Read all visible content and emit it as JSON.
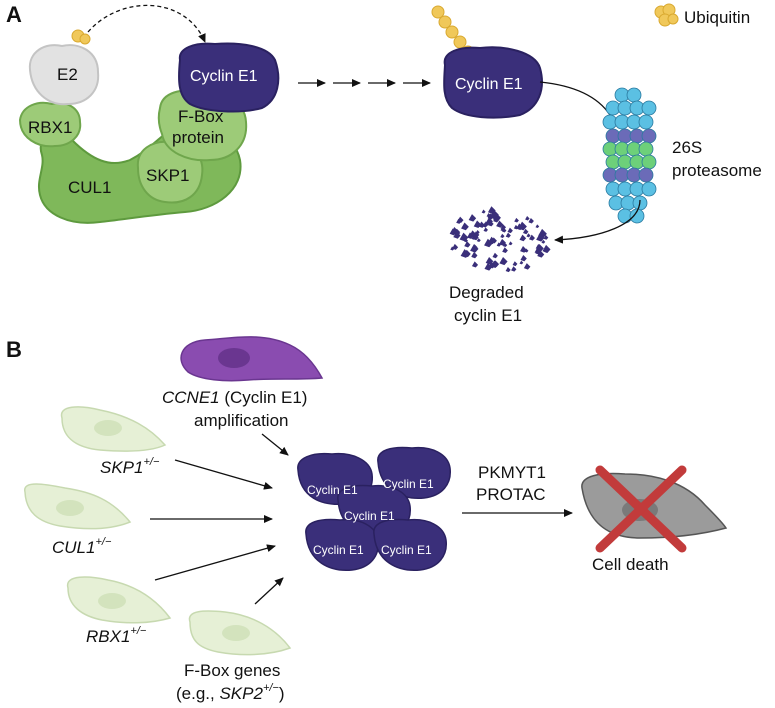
{
  "panel_a": {
    "letter": "A",
    "legend_ubiquitin": "Ubiquitin",
    "e2": "E2",
    "rbx1": "RBX1",
    "cul1": "CUL1",
    "skp1": "SKP1",
    "fbox_line1": "F-Box",
    "fbox_line2": "protein",
    "cyclin_e1_complex": "Cyclin E1",
    "cyclin_e1_ubiquitinated": "Cyclin E1",
    "proteasome_line1": "26S",
    "proteasome_line2": "proteasome",
    "degraded_line1": "Degraded",
    "degraded_line2": "cyclin E1"
  },
  "panel_b": {
    "letter": "B",
    "ccne1_gene": "CCNE1",
    "ccne1_rest": " (Cyclin E1)",
    "ccne1_line2": "amplification",
    "skp1_gene": "SKP1",
    "cul1_gene": "CUL1",
    "rbx1_gene": "RBX1",
    "het_superscript": "+/−",
    "fbox_line1": "F-Box genes",
    "fbox_prefix": "(e.g., ",
    "fbox_gene": "SKP2",
    "fbox_suffix": ")",
    "cluster_labels": [
      "Cyclin E1",
      "Cyclin E1",
      "Cyclin E1",
      "Cyclin E1",
      "Cyclin E1"
    ],
    "protac_line1": "PKMYT1",
    "protac_line2": "PROTAC",
    "cell_death": "Cell death"
  },
  "colors": {
    "cyclin": "#3a2f7a",
    "cul_green": "#7fb85a",
    "ligase_green": "#9dcb78",
    "e2_gray": "#e2e2e2",
    "ubiquitin": "#f0c85a",
    "proteasome_blue": "#5bc0e3",
    "proteasome_purple": "#6b6bb8",
    "proteasome_green": "#6dd07a",
    "cell_light_green": "#e6f0d6",
    "cell_purple": "#8a4cb0",
    "cell_gray": "#9b9b9b",
    "cross_red": "#c23b3b"
  }
}
